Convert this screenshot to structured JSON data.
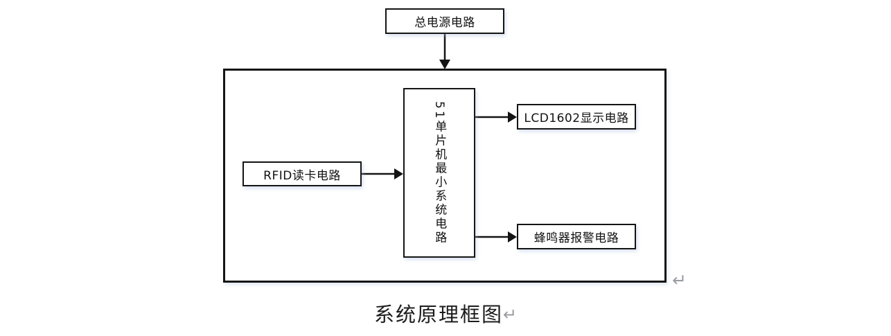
{
  "diagram": {
    "title": "系统原理框图",
    "nodes": {
      "power": {
        "label": "总电源电路"
      },
      "mcu": {
        "label": "51单片机最小系统电路"
      },
      "rfid": {
        "label": "RFID读卡电路"
      },
      "lcd": {
        "label": "LCD1602显示电路"
      },
      "buzzer": {
        "label": "蜂鸣器报警电路"
      }
    },
    "marks": {
      "paragraph_return": "↵"
    },
    "colors": {
      "line": "#141414",
      "return_mark": "#9a9da2",
      "background": "#ffffff"
    }
  }
}
